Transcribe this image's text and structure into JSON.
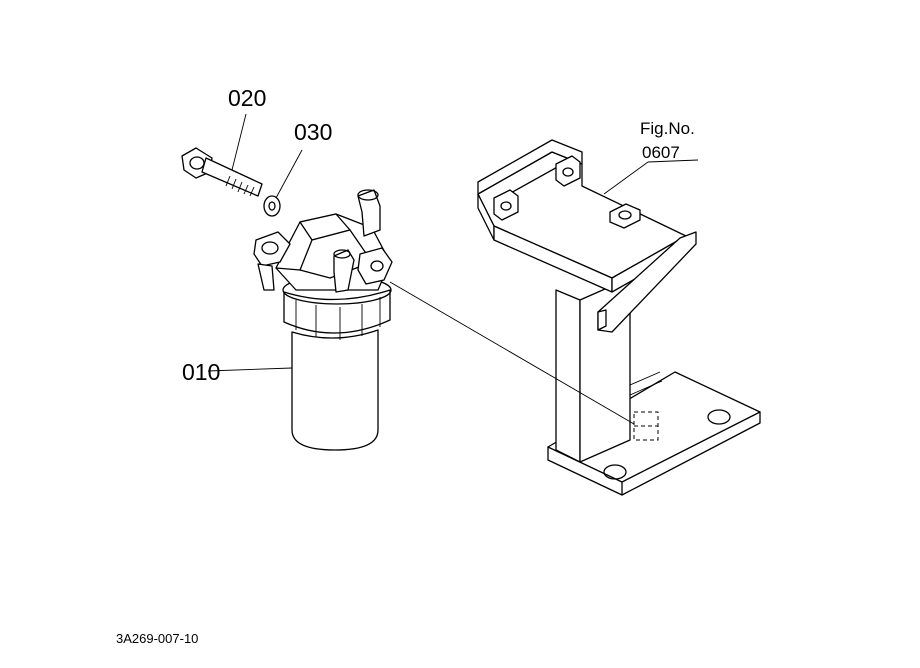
{
  "labels": {
    "part_010": "010",
    "part_020": "020",
    "part_030": "030",
    "fig_line1": "Fig.No.",
    "fig_line2": "0607",
    "drawing_code": "3A269-007-10"
  }
}
